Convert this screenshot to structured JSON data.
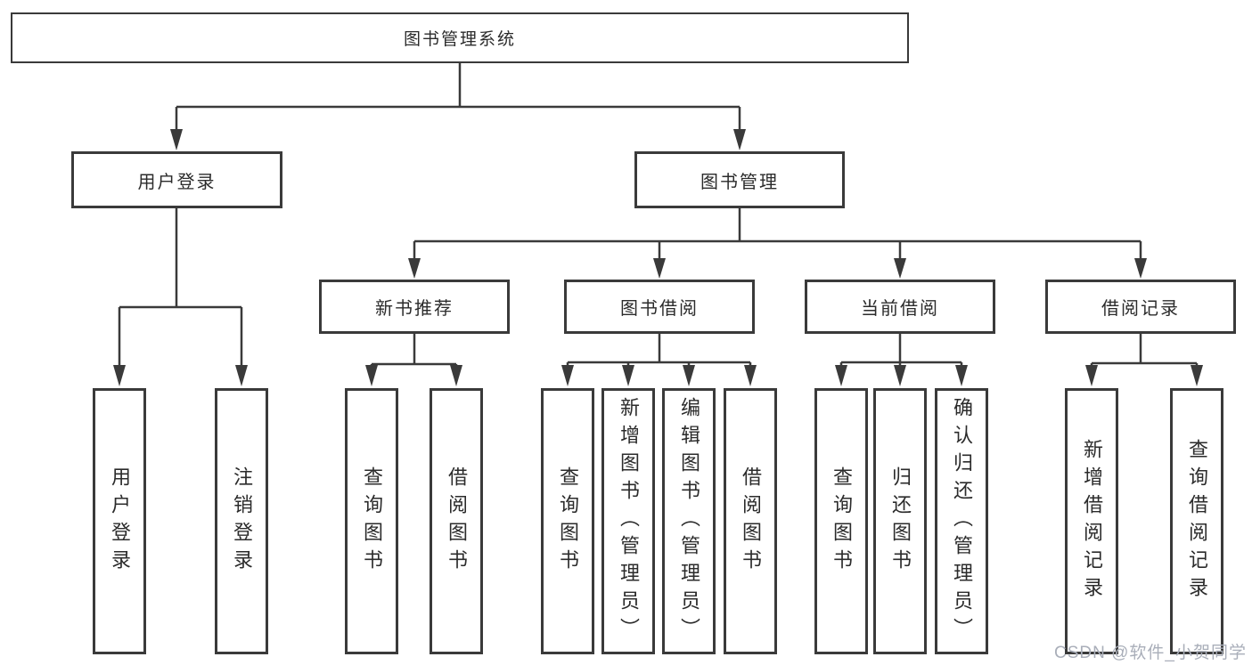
{
  "colors": {
    "line": "#3a3a3a",
    "box_border": "#3a3a3a",
    "text": "#2b2b2b",
    "watermark": "#a9aeb9",
    "background": "#ffffff"
  },
  "tree": {
    "root": "图书管理系统",
    "level2": [
      {
        "id": "user-login",
        "label": "用户登录"
      },
      {
        "id": "book-management",
        "label": "图书管理"
      }
    ],
    "level3": [
      {
        "id": "new-book-recommend",
        "label": "新书推荐"
      },
      {
        "id": "book-borrow",
        "label": "图书借阅"
      },
      {
        "id": "current-borrow",
        "label": "当前借阅"
      },
      {
        "id": "borrow-records",
        "label": "借阅记录"
      }
    ],
    "leaf_groups": [
      {
        "parent_label": "用户登录",
        "items": [
          "用户登录",
          "注销登录"
        ]
      },
      {
        "parent_label": "新书推荐",
        "items": [
          "查询图书",
          "借阅图书"
        ]
      },
      {
        "parent_label": "图书借阅",
        "items": [
          "查询图书",
          "新增图书（管理员）",
          "编辑图书（管理员）",
          "借阅图书"
        ]
      },
      {
        "parent_label": "当前借阅",
        "items": [
          "查询图书",
          "归还图书",
          "确认归还（管理员）"
        ]
      },
      {
        "parent_label": "借阅记录",
        "items": [
          "新增借阅记录",
          "查询借阅记录"
        ]
      }
    ]
  },
  "watermark": "CSDN @软件_小贺同学"
}
